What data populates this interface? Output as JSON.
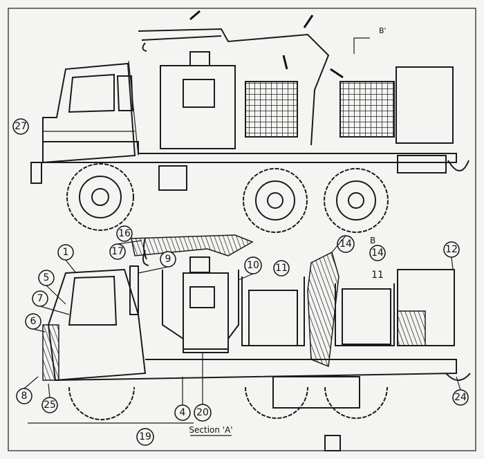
{
  "title": "Section 'A'",
  "callouts": [
    {
      "id": "c27",
      "text": "27"
    },
    {
      "id": "c16",
      "text": "16"
    },
    {
      "id": "c17",
      "text": "17"
    },
    {
      "id": "c14a",
      "text": "14"
    },
    {
      "id": "c14b",
      "text": "14"
    },
    {
      "id": "c1",
      "text": "1"
    },
    {
      "id": "c12",
      "text": "12"
    },
    {
      "id": "c5",
      "text": "5"
    },
    {
      "id": "c9",
      "text": "9"
    },
    {
      "id": "c10",
      "text": "10"
    },
    {
      "id": "c11a",
      "text": "11"
    },
    {
      "id": "c11b",
      "text": "11"
    },
    {
      "id": "c7",
      "text": "7"
    },
    {
      "id": "c6",
      "text": "6"
    },
    {
      "id": "c8",
      "text": "8"
    },
    {
      "id": "c25",
      "text": "25"
    },
    {
      "id": "c4",
      "text": "4"
    },
    {
      "id": "c20",
      "text": "20"
    },
    {
      "id": "c24",
      "text": "24"
    },
    {
      "id": "c19",
      "text": "19"
    }
  ],
  "section_markers": {
    "top": "B'",
    "bottom": "B"
  }
}
